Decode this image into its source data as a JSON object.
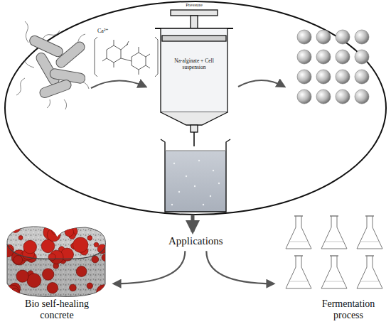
{
  "diagram": {
    "nodes": [
      {
        "text": [
          "Pressure",
          "Na-alginate + Cell suspension"
        ]
      },
      {
        "text": [
          "Applications"
        ]
      },
      {
        "text": [
          "Bio self-healing concrete"
        ]
      },
      {
        "text": [
          "Fermentation process"
        ]
      }
    ],
    "edges": [
      {
        "from": 0,
        "to": 1,
        "arrow": "to"
      },
      {
        "from": 1,
        "to": 2,
        "arrow": "to"
      },
      {
        "from": 1,
        "to": 3,
        "arrow": "to"
      }
    ],
    "labels": [
      "Ca²⁺"
    ]
  }
}
